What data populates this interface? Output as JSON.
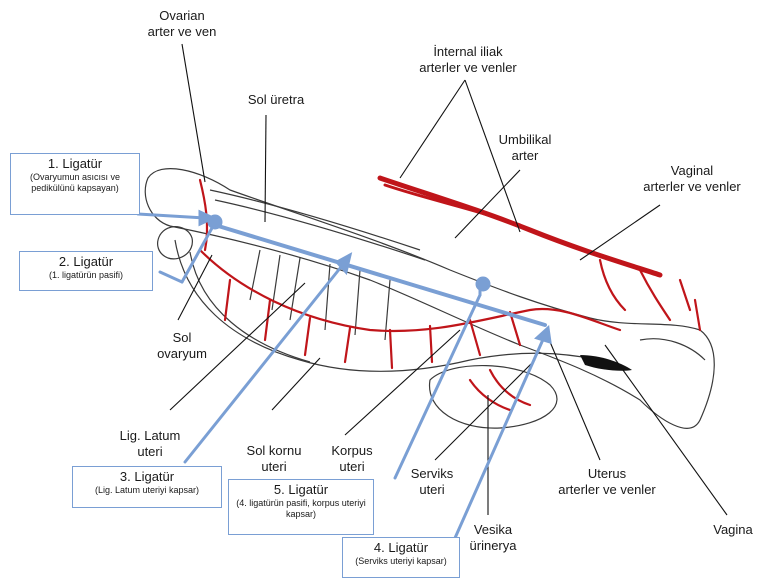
{
  "colors": {
    "ligature": "#7a9fd4",
    "vessel": "#c0151a",
    "outline": "#3a3a3a",
    "pointer": "#111111"
  },
  "labels": {
    "ovarian": [
      "Ovarian",
      "arter ve ven"
    ],
    "internal_iliac": [
      "İnternal iliak",
      "arterler ve venler"
    ],
    "sol_uretra": [
      "Sol üretra"
    ],
    "umbilikal": [
      "Umbilikal",
      "arter"
    ],
    "vaginal": [
      "Vaginal",
      "arterler ve venler"
    ],
    "sol_ovaryum": [
      "Sol",
      "ovaryum"
    ],
    "lig_latum": [
      "Lig. Latum",
      "uteri"
    ],
    "sol_kornu": [
      "Sol kornu",
      "uteri"
    ],
    "korpus": [
      "Korpus",
      "uteri"
    ],
    "serviks": [
      "Serviks",
      "uteri"
    ],
    "uterus": [
      "Uterus",
      "arterler ve venler"
    ],
    "vagina": [
      "Vagina"
    ],
    "vesika": [
      "Vesika",
      "ürinerya"
    ]
  },
  "ligatures": [
    {
      "title": "1. Ligatür",
      "sub": "(Ovaryumun asıcısı ve pedikülünü kapsayan)"
    },
    {
      "title": "2. Ligatür",
      "sub": "(1. ligatürün pasifi)"
    },
    {
      "title": "3. Ligatür",
      "sub": "(Lig. Latum uteriyi kapsar)"
    },
    {
      "title": "5. Ligatür",
      "sub": "(4. ligatürün pasifi, korpus uteriyi kapsar)"
    },
    {
      "title": "4. Ligatür",
      "sub": "(Serviks uteriyi kapsar)"
    }
  ]
}
